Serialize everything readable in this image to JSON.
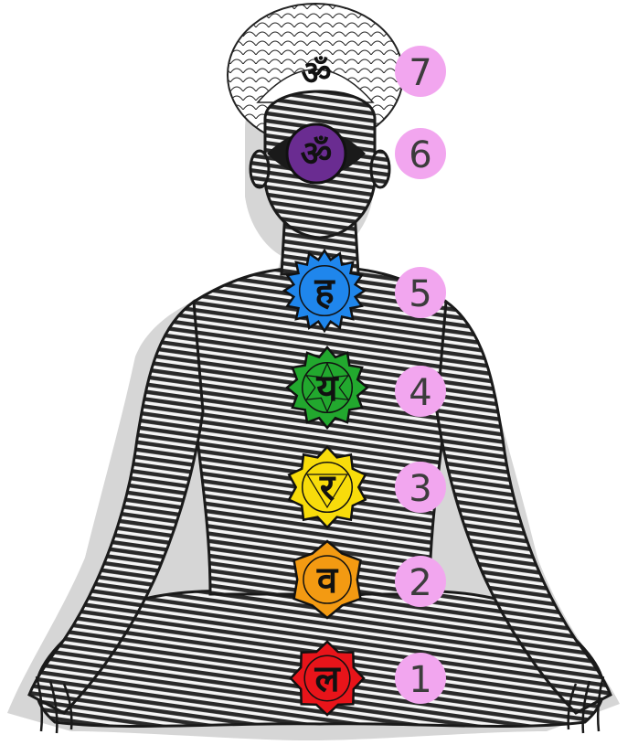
{
  "chakras": [
    {
      "number": "1",
      "glyph": "ल",
      "color": "#e8141a",
      "petals": 4
    },
    {
      "number": "2",
      "glyph": "व",
      "color": "#f39a12",
      "petals": 6
    },
    {
      "number": "3",
      "glyph": "र",
      "color": "#f8dc0b",
      "petals": 10
    },
    {
      "number": "4",
      "glyph": "य",
      "color": "#22a82e",
      "petals": 12
    },
    {
      "number": "5",
      "glyph": "ह",
      "color": "#1f86ec",
      "petals": 16
    },
    {
      "number": "6",
      "glyph": "ॐ",
      "color": "#6a2c91",
      "petals": 2
    },
    {
      "number": "7",
      "glyph": "ॐ",
      "color": "#ffffff",
      "petals": 1000
    }
  ],
  "colors": {
    "badge": "#f2a6ef",
    "badge_text": "#3c3c3c",
    "body_fill": "#3a3a3a",
    "body_shadow": "#d4d4d4",
    "line": "#111111"
  }
}
